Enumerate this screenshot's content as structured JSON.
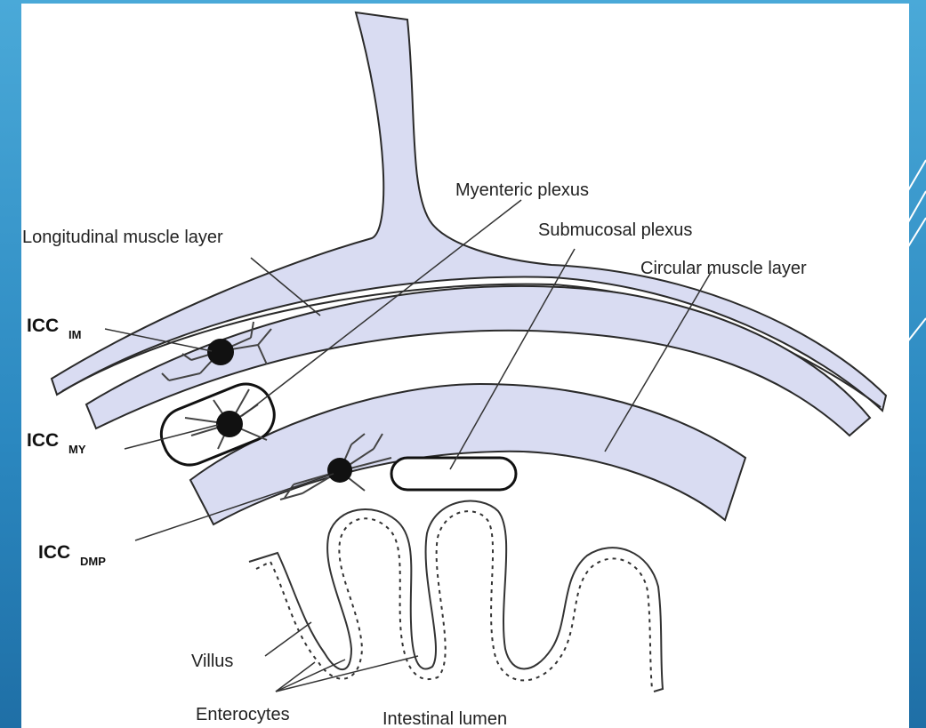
{
  "labels": {
    "myenteric": "Myenteric plexus",
    "longitudinal": "Longitudinal muscle layer",
    "submucosal": "Submucosal plexus",
    "circular": "Circular muscle layer",
    "villus": "Villus",
    "enterocytes": "Enterocytes",
    "lumen": "Intestinal lumen"
  },
  "icc": {
    "im": {
      "main": "ICC",
      "sub": "IM"
    },
    "my": {
      "main": "ICC",
      "sub": "MY"
    },
    "dmp": {
      "main": "ICC",
      "sub": "DMP"
    }
  },
  "colors": {
    "layer_fill": "#d9dcf2",
    "outline": "#2a2a2a",
    "background_blue": "#2b88c0"
  }
}
